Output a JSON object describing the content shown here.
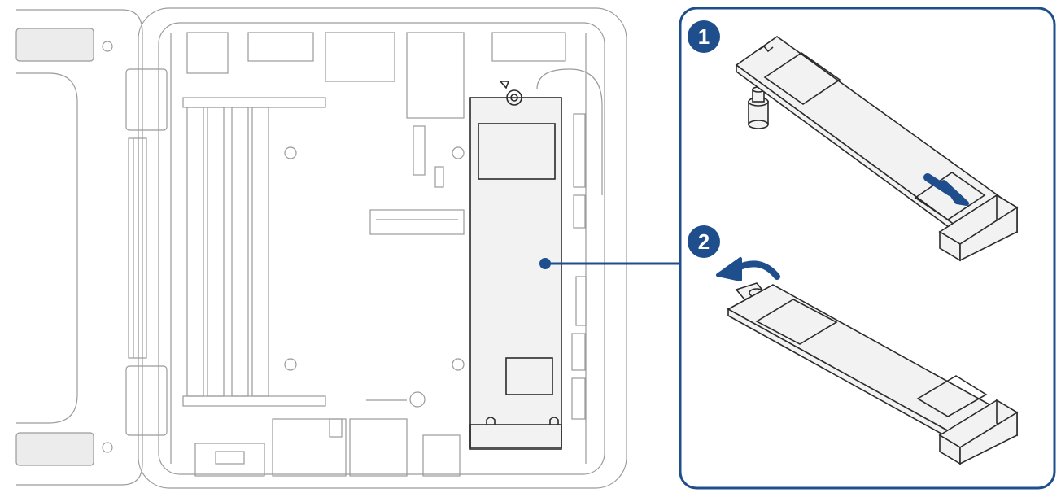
{
  "colors": {
    "accent": "#1f4e8c",
    "line": "#2b2b2b",
    "light_line": "#9a9a9a",
    "fill": "#f2f2f2"
  },
  "steps": [
    {
      "number": "1",
      "action": "slide-ssd-into-slot",
      "icon": "arrow-down-right-icon"
    },
    {
      "number": "2",
      "action": "rotate-retention-screw",
      "icon": "curved-arrow-icon"
    }
  ]
}
